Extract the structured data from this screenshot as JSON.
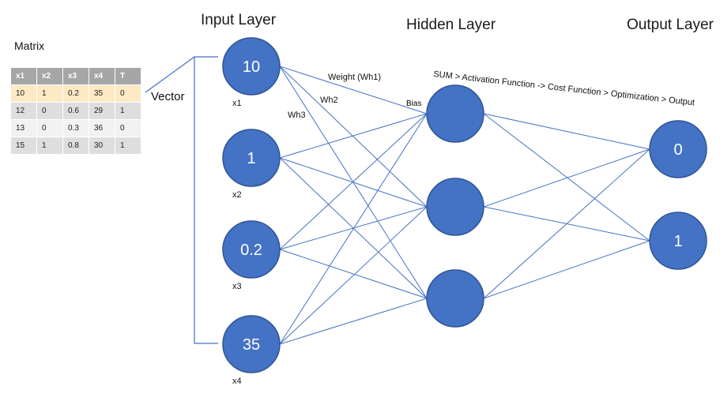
{
  "layers": {
    "input_title": "Input Layer",
    "hidden_title": "Hidden Layer",
    "output_title": "Output Layer"
  },
  "matrix": {
    "title": "Matrix",
    "headers": [
      "x1",
      "x2",
      "x3",
      "x4",
      "T"
    ],
    "rows": [
      [
        "10",
        "1",
        "0.2",
        "35",
        "0"
      ],
      [
        "12",
        "0",
        "0.6",
        "29",
        "1"
      ],
      [
        "13",
        "0",
        "0.3",
        "36",
        "0"
      ],
      [
        "15",
        "1",
        "0.8",
        "30",
        "1"
      ]
    ],
    "highlighted_row": 0
  },
  "vector_label": "Vector",
  "input_nodes": [
    {
      "value": "10",
      "label": "x1"
    },
    {
      "value": "1",
      "label": "x2"
    },
    {
      "value": "0.2",
      "label": "x3"
    },
    {
      "value": "35",
      "label": "x4"
    }
  ],
  "output_nodes": [
    {
      "value": "0"
    },
    {
      "value": "1"
    }
  ],
  "annotations": {
    "weight_wh1": "Weight (Wh1)",
    "wh2": "Wh2",
    "wh3": "Wh3",
    "bias": "Bias",
    "pipeline": "SUM > Activation Function -> Cost Function > Optimization > Output"
  },
  "colors": {
    "node_fill": "#4472c4",
    "node_stroke": "#2f5597",
    "edge": "#4472c4",
    "highlight_row": "#fde9c4",
    "header_bg": "#a6a6a6"
  }
}
